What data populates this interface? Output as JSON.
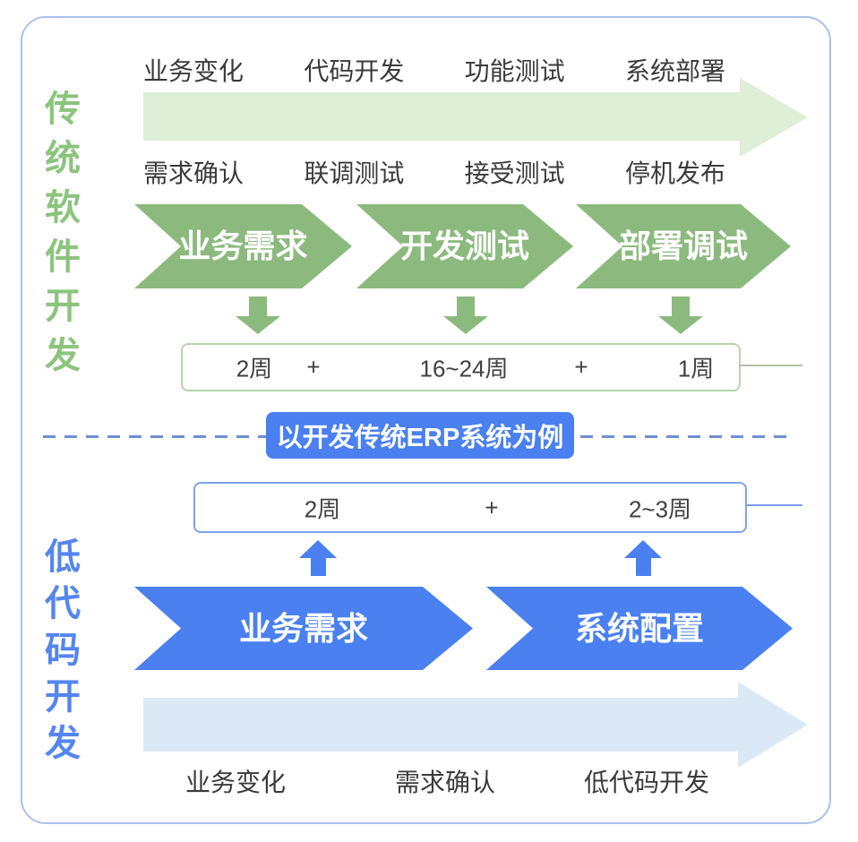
{
  "colors": {
    "green": "#8cba7e",
    "green_light": "#dfeed6",
    "green_side_text": "#8cc47e",
    "green_box_border": "#b9d3aa",
    "blue": "#4a80f0",
    "blue_light": "#dbe9f7",
    "blue_side_text": "#5585f0",
    "blue_box_border": "#7da2ea",
    "panel_border": "#a9c0ee",
    "label_text": "#3b3b3b"
  },
  "traditional": {
    "side_label": "传统软件开发",
    "timeline_top_labels": [
      "业务变化",
      "代码开发",
      "功能测试",
      "系统部署"
    ],
    "timeline_bottom_labels": [
      "需求确认",
      "联调测试",
      "接受测试",
      "停机发布"
    ],
    "stages": [
      "业务需求",
      "开发测试",
      "部署调试"
    ],
    "duration_items": [
      "2周",
      "+",
      "16~24周",
      "+",
      "1周"
    ]
  },
  "divider": {
    "badge_label": "以开发传统ERP系统为例"
  },
  "lowcode": {
    "side_label": "低代码开发",
    "duration_items": [
      "2周",
      "+",
      "2~3周"
    ],
    "stages": [
      "业务需求",
      "系统配置"
    ],
    "timeline_labels": [
      "业务变化",
      "需求确认",
      "低代码开发"
    ]
  }
}
